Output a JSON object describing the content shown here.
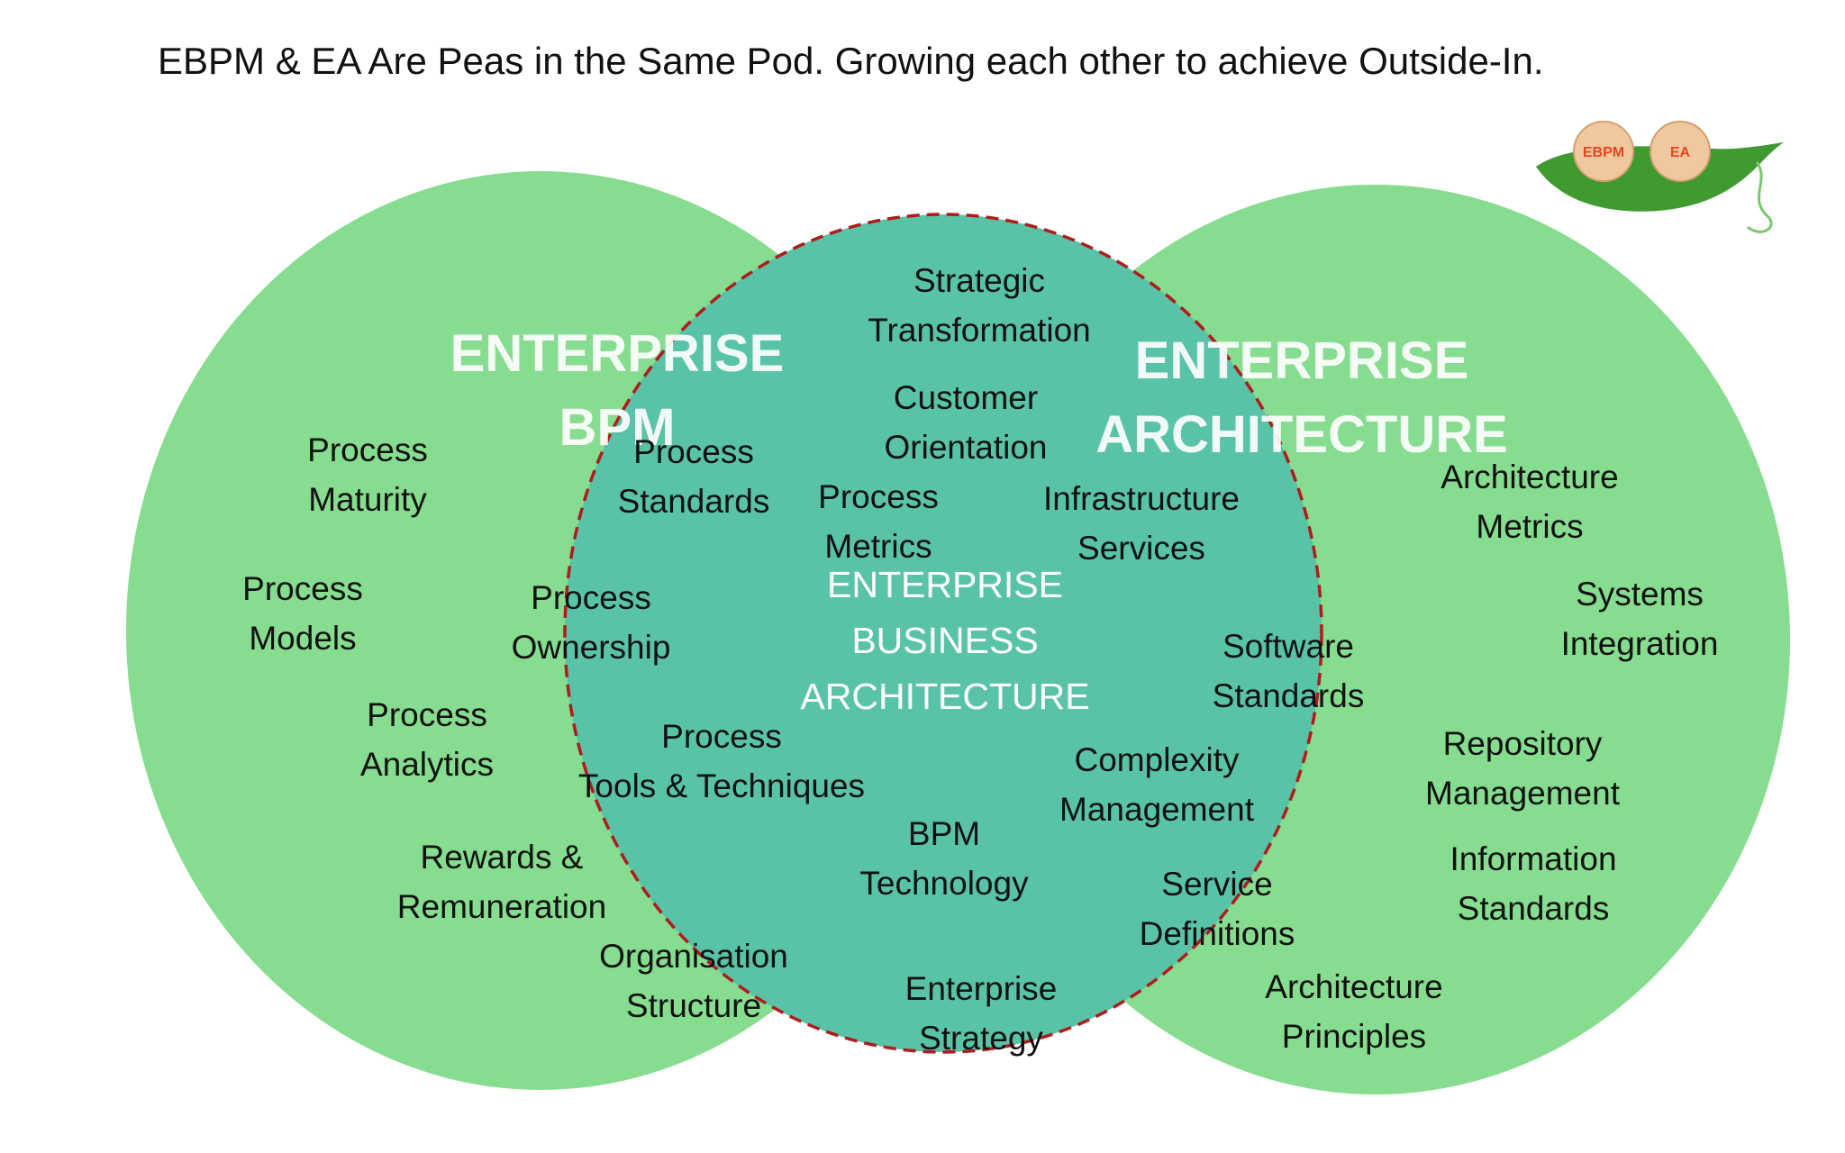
{
  "title": "EBPM & EA Are Peas in the Same Pod. Growing each other to achieve Outside-In.",
  "colors": {
    "circle_green": "#86dc8f",
    "overlap_blue": "#9fd2e0",
    "inner_teal": "#59c3a8",
    "core_green": "#3fb47f",
    "dashed_border": "#b01c1c"
  },
  "headings": {
    "ebpm": [
      "ENTERPRISE",
      "BPM"
    ],
    "ea": [
      "ENTERPRISE",
      "ARCHITECTURE"
    ],
    "core": [
      "ENTERPRISE",
      "BUSINESS",
      "ARCHITECTURE"
    ]
  },
  "logo": {
    "left": "EBPM",
    "right": "EA"
  },
  "labels": {
    "process_maturity": [
      "Process",
      "Maturity"
    ],
    "process_models": [
      "Process",
      "Models"
    ],
    "process_analytics": [
      "Process",
      "Analytics"
    ],
    "rewards": [
      "Rewards &",
      "Remuneration"
    ],
    "organisation": [
      "Organisation",
      "Structure"
    ],
    "process_standards": [
      "Process",
      "Standards"
    ],
    "process_ownership": [
      "Process",
      "Ownership"
    ],
    "process_tools": [
      "Process",
      "Tools & Techniques"
    ],
    "strategic": [
      "Strategic",
      "Transformation"
    ],
    "customer": [
      "Customer",
      "Orientation"
    ],
    "process_metrics": [
      "Process",
      "Metrics"
    ],
    "infrastructure": [
      "Infrastructure",
      "Services"
    ],
    "bpm_tech": [
      "BPM",
      "Technology"
    ],
    "enterprise_strategy": [
      "Enterprise",
      "Strategy"
    ],
    "software": [
      "Software",
      "Standards"
    ],
    "complexity": [
      "Complexity",
      "Management"
    ],
    "service": [
      "Service",
      "Definitions"
    ],
    "arch_metrics": [
      "Architecture",
      "Metrics"
    ],
    "systems": [
      "Systems",
      "Integration"
    ],
    "repository": [
      "Repository",
      "Management"
    ],
    "information": [
      "Information",
      "Standards"
    ],
    "arch_principles": [
      "Architecture",
      "Principles"
    ]
  }
}
